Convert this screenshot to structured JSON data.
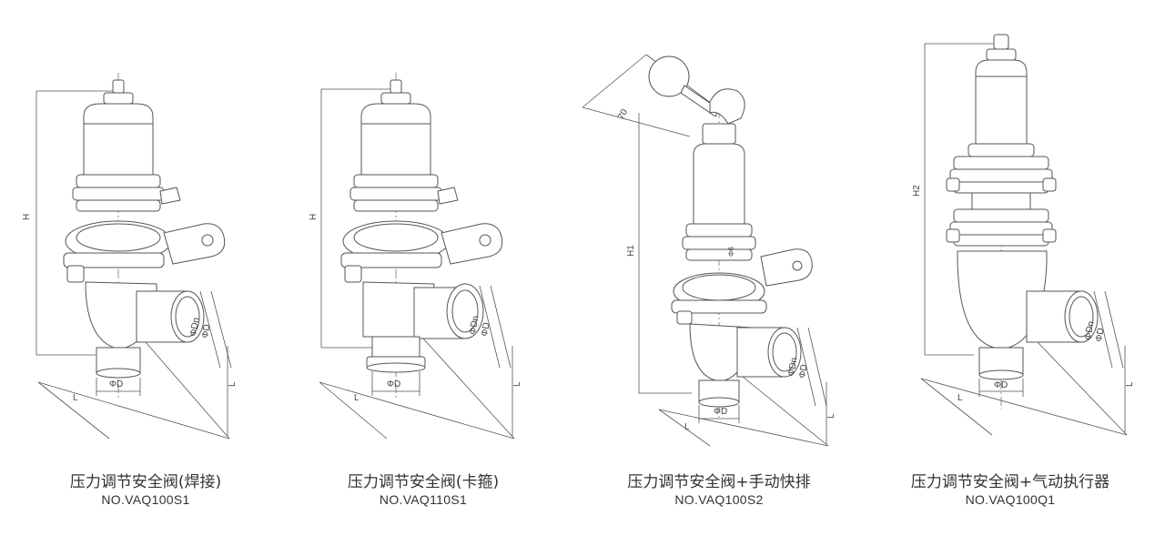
{
  "products": [
    {
      "title": "压力调节安全阀(焊接)",
      "model": "NO.VAQ100S1",
      "dims": {
        "height": "H",
        "base": "ΦD",
        "dn": "ΦDn",
        "d": "ΦD",
        "l1": "L",
        "l2": "L"
      }
    },
    {
      "title": "压力调节安全阀(卡箍)",
      "model": "NO.VAQ110S1",
      "dims": {
        "height": "H",
        "base": "ΦD",
        "dn": "ΦDn",
        "d": "ΦD",
        "l1": "L",
        "l2": "L"
      }
    },
    {
      "title": "压力调节安全阀+手动快排",
      "model": "NO.VAQ100S2",
      "dims": {
        "height": "H1",
        "lever": "70",
        "base": "ΦD",
        "dn": "ΦDn",
        "d": "ΦD",
        "l1": "L",
        "l2": "L"
      }
    },
    {
      "title": "压力调节安全阀+气动执行器",
      "model": "NO.VAQ100Q1",
      "dims": {
        "height": "H2",
        "base": "ΦD",
        "dn": "ΦDn",
        "d": "ΦD",
        "l1": "L",
        "l2": "L"
      }
    }
  ]
}
